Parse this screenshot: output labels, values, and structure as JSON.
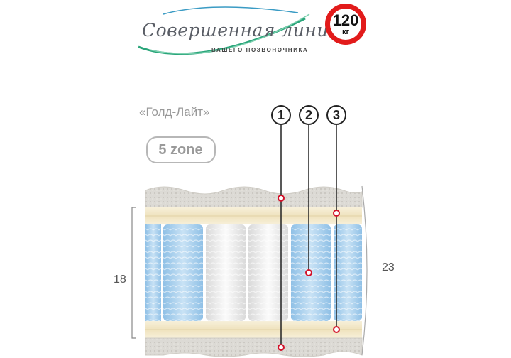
{
  "logo": {
    "script_text": "Совершенная линия",
    "subtitle": "ВАШЕГО ПОЗВОНОЧНИКА"
  },
  "load_badge": {
    "value": "120",
    "unit": "кг"
  },
  "model_name": "«Голд-Лайт»",
  "zone_label": "5 zone",
  "layer_markers": [
    "1",
    "2",
    "3"
  ],
  "dimensions": {
    "spring_block_height": "18",
    "total_height": "23"
  },
  "colors": {
    "badge_red": "#e21b1b",
    "marker_red": "#d3122a",
    "spring_blue": "#a9d0ee",
    "spring_white": "#f2f2f2",
    "foam_cream": "#f3ead0",
    "cover_grey": "#d9d7d2"
  },
  "icons": {
    "marker": "red-ring-dot",
    "number": "circled-digit"
  }
}
